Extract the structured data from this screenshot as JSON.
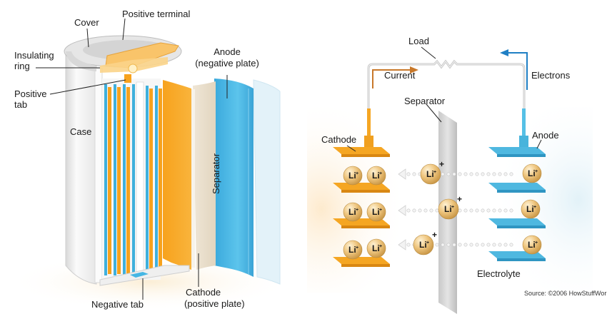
{
  "figure": {
    "left_panel": {
      "title_hidden": "Lithium-ion cell cutaway",
      "labels": {
        "cover": "Cover",
        "positive_terminal": "Positive terminal",
        "insulating_ring_1": "Insulating",
        "insulating_ring_2": "ring",
        "positive_tab_1": "Positive",
        "positive_tab_2": "tab",
        "case": "Case",
        "anode_1": "Anode",
        "anode_2": "(negative plate)",
        "separator": "Separator",
        "negative_tab": "Negative tab",
        "cathode_1": "Cathode",
        "cathode_2": "(positive plate)"
      }
    },
    "right_panel": {
      "labels": {
        "load": "Load",
        "current": "Current",
        "electrons": "Electrons",
        "separator": "Separator",
        "cathode": "Cathode",
        "anode": "Anode",
        "electrolyte": "Electrolyte"
      },
      "ion": {
        "symbol": "Li",
        "charge": "+"
      },
      "source": "Source: ©2006 HowStuffWorks"
    },
    "colors": {
      "cathode_orange": "#f5a623",
      "anode_blue": "#4fb8e0",
      "current_arrow": "#c8782a",
      "electron_arrow": "#1f7fc4",
      "separator_gray": "#d8d8d8",
      "case_white": "#f2f2f2",
      "ion_gold": "#e8c27a"
    }
  }
}
